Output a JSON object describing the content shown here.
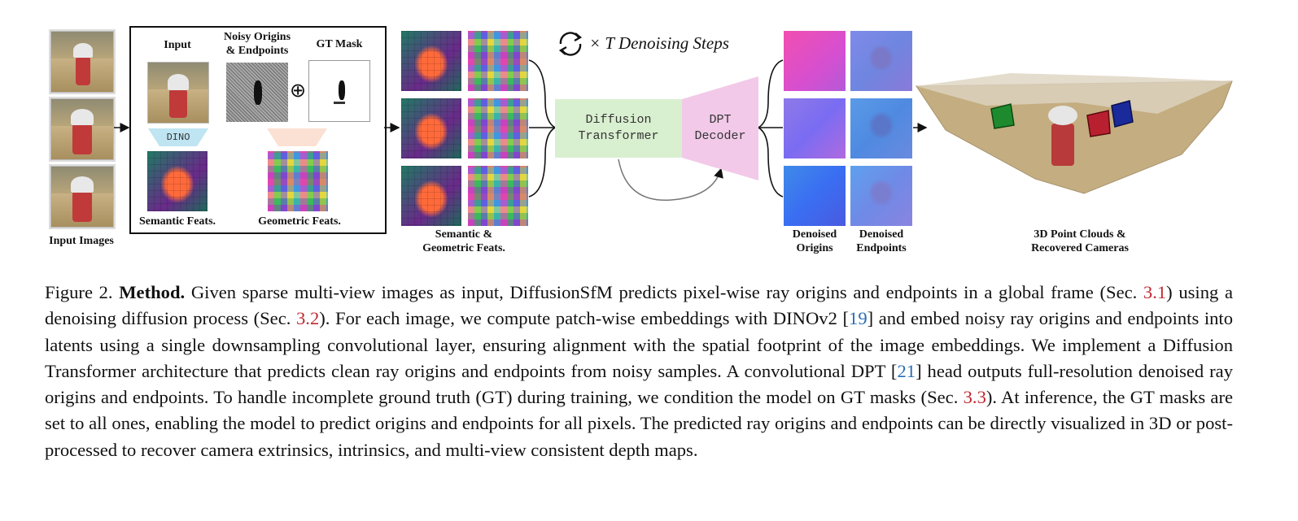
{
  "figure": {
    "input_images_label": "Input Images",
    "input_label": "Input",
    "noisy_label_line1": "Noisy Origins",
    "noisy_label_line2": "& Endpoints",
    "gt_mask_label": "GT Mask",
    "oplus_symbol": "⊕",
    "dino_label": "DINO",
    "semantic_feats_label": "Semantic Feats.",
    "geometric_feats_label": "Geometric Feats.",
    "sem_geo_label_line1": "Semantic &",
    "sem_geo_label_line2": "Geometric Feats.",
    "denoising_steps_label": "× T Denoising Steps",
    "diffusion_transformer_line1": "Diffusion",
    "diffusion_transformer_line2": "Transformer",
    "dpt_decoder_line1": "DPT",
    "dpt_decoder_line2": "Decoder",
    "denoised_origins_line1": "Denoised",
    "denoised_origins_line2": "Origins",
    "denoised_endpoints_line1": "Denoised",
    "denoised_endpoints_line2": "Endpoints",
    "pointcloud_label_line1": "3D Point Clouds &",
    "pointcloud_label_line2": "Recovered Cameras"
  },
  "caption": {
    "prefix": "Figure 2. ",
    "bold": "Method.",
    "t1": " Given sparse multi-view images as input, DiffusionSfM predicts pixel-wise ray origins and endpoints in a global frame (Sec. ",
    "ref1": "3.1",
    "t2": ") using a denoising diffusion process (Sec. ",
    "ref2": "3.2",
    "t3": ").  For each image, we compute patch-wise embeddings with DINOv2 [",
    "cite1": "19",
    "t4": "] and embed noisy ray origins and endpoints into latents using a single downsampling convolutional layer, ensuring alignment with the spatial footprint of the image embeddings. We implement a Diffusion Transformer architecture that predicts clean ray origins and endpoints from noisy samples.  A convolutional DPT [",
    "cite2": "21",
    "t5": "] head outputs full-resolution denoised ray origins and endpoints. To handle incomplete ground truth (GT) during training, we condition the model on GT masks (Sec. ",
    "ref3": "3.3",
    "t6": ").  At inference, the GT masks are set to all ones, enabling the model to predict origins and endpoints for all pixels.  The predicted ray origins and endpoints can be directly visualized in 3D or post-processed to recover camera extrinsics, intrinsics, and multi-view consistent depth maps."
  },
  "colors": {
    "transformer_fill": "#d9f0d0",
    "decoder_fill": "#f2c9e8",
    "dino_fill": "#bfe4f2",
    "geo_trap_fill": "#fbe1d3",
    "ref_red": "#c0282f",
    "cite_blue": "#2a6db5"
  }
}
